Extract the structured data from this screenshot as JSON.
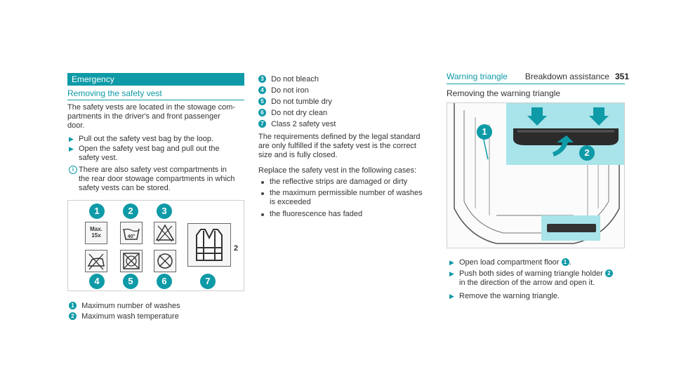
{
  "header": {
    "section": "Breakdown assistance",
    "page": "351"
  },
  "col1": {
    "bar": "Emergency",
    "subhead": "Removing the safety vest",
    "intro": [
      "The safety vests are located in the stowage com-",
      "partments in the driver's and front passenger",
      "door."
    ],
    "steps": [
      [
        "Pull out the safety vest bag by the loop."
      ],
      [
        "Open the safety vest bag and pull out the",
        "safety vest."
      ]
    ],
    "info": [
      "There are also safety vest compartments in",
      "the rear door stowage compartments in which",
      "safety vests can be stored."
    ],
    "figure": {
      "badges": [
        "1",
        "2",
        "3",
        "4",
        "5",
        "6",
        "7"
      ],
      "max_label": [
        "Max.",
        "15x"
      ],
      "temp_label": "40°",
      "class_label": "2"
    },
    "captions": [
      {
        "n": "1",
        "text": "Maximum number of washes"
      },
      {
        "n": "2",
        "text": "Maximum wash temperature"
      }
    ]
  },
  "col2": {
    "captions": [
      {
        "n": "3",
        "text": "Do not bleach"
      },
      {
        "n": "4",
        "text": "Do not iron"
      },
      {
        "n": "5",
        "text": "Do not tumble dry"
      },
      {
        "n": "6",
        "text": "Do not dry clean"
      },
      {
        "n": "7",
        "text": "Class 2 safety vest"
      }
    ],
    "para1": [
      "The requirements defined by the legal standard",
      "are only fulfilled if the safety vest is the correct",
      "size and is fully closed."
    ],
    "para2": "Replace the safety vest in the following cases:",
    "bullets": [
      [
        "the reflective strips are damaged or dirty"
      ],
      [
        "the maximum permissible number of washes",
        "is exceeded"
      ],
      [
        "the fluorescence has faded"
      ]
    ]
  },
  "col3": {
    "title": "Warning triangle",
    "subhead": "Removing the warning triangle",
    "figure": {
      "badges": [
        "1",
        "2"
      ]
    },
    "steps": [
      {
        "lines": [
          "Open load compartment floor "
        ],
        "badge": "1",
        "after": "."
      },
      {
        "lines": [
          "Push both sides of warning triangle holder ",
          "in the direction of the arrow and open it."
        ],
        "badge": "2"
      },
      {
        "lines": [
          "Remove the warning triangle."
        ]
      }
    ]
  },
  "colors": {
    "accent": "#0e9aa7",
    "text": "#333333"
  }
}
